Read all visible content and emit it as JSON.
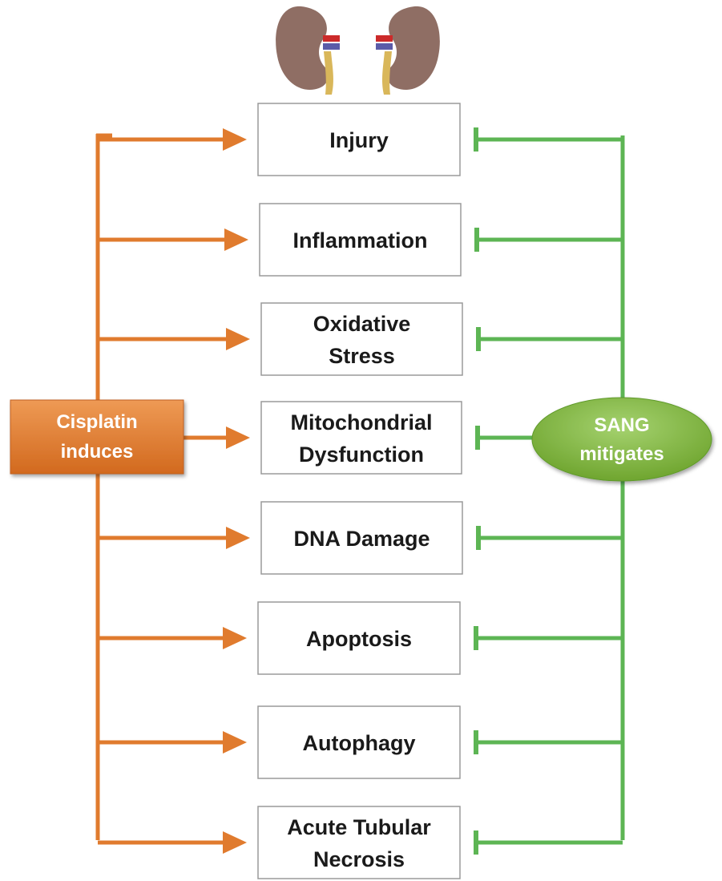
{
  "inducer": {
    "label_line1": "Cisplatin",
    "label_line2": "induces"
  },
  "mitigator": {
    "label_line1": "SANG",
    "label_line2": "mitigates"
  },
  "outcomes": [
    {
      "lines": [
        "Injury"
      ]
    },
    {
      "lines": [
        "Inflammation"
      ]
    },
    {
      "lines": [
        "Oxidative",
        "Stress"
      ]
    },
    {
      "lines": [
        "Mitochondrial",
        "Dysfunction"
      ]
    },
    {
      "lines": [
        "DNA Damage"
      ]
    },
    {
      "lines": [
        "Apoptosis"
      ]
    },
    {
      "lines": [
        "Autophagy"
      ]
    },
    {
      "lines": [
        "Acute Tubular",
        "Necrosis"
      ]
    }
  ],
  "colors": {
    "induce": "#E07B2E",
    "mitigate": "#5DB554",
    "box_border": "#9a9a9a",
    "kidney": "#8F6E64",
    "ureter": "#D9B75A",
    "artery": "#CC2A2A",
    "vein": "#5B5BA8"
  },
  "icons": [
    "kidney-icon",
    "kidney-icon"
  ]
}
